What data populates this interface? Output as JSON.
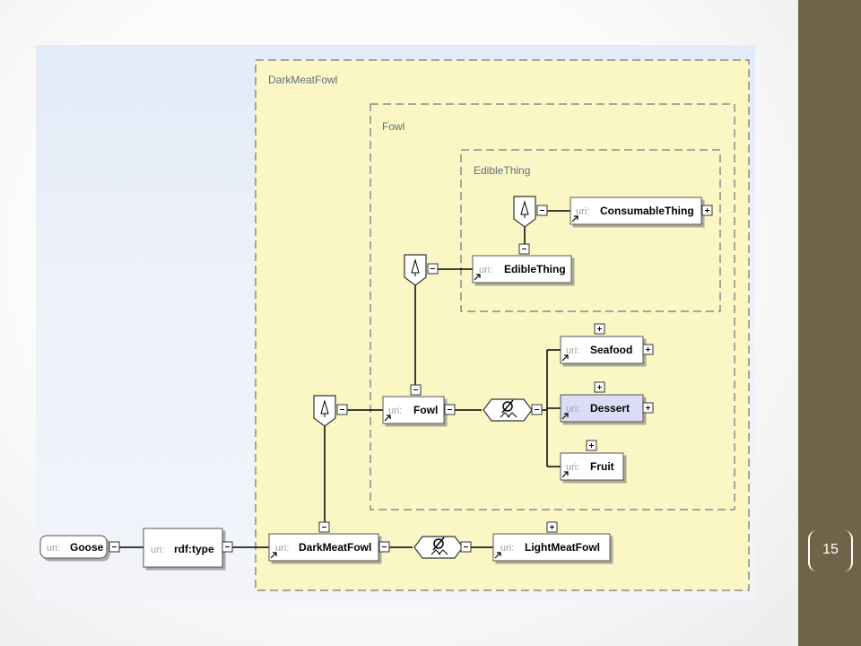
{
  "slide": {
    "page_number": "15"
  },
  "diagram": {
    "frames": {
      "dark_meat_fowl": "DarkMeatFowl",
      "fowl": "Fowl",
      "edible_thing": "EdibleThing"
    },
    "uri_prefix": "uri:",
    "nodes": {
      "goose": "Goose",
      "rdf_type": "rdf:type",
      "dark_meat_fowl": "DarkMeatFowl",
      "light_meat_fowl": "LightMeatFowl",
      "fowl": "Fowl",
      "edible_thing": "EdibleThing",
      "consumable_thing": "ConsumableThing",
      "seafood": "Seafood",
      "dessert": "Dessert",
      "fruit": "Fruit"
    },
    "icons": {
      "subclass": "subclass-of-icon",
      "disjoint": "disjoint-with-icon",
      "expand": "expand-icon",
      "collapse": "collapse-icon"
    },
    "colors": {
      "frame_fill": "#fbf7c5",
      "frame_border": "#8a8a8a",
      "node_fill": "#ffffff",
      "node_highlight": "#dcdcf6",
      "sidebar": "#6f6448"
    }
  }
}
